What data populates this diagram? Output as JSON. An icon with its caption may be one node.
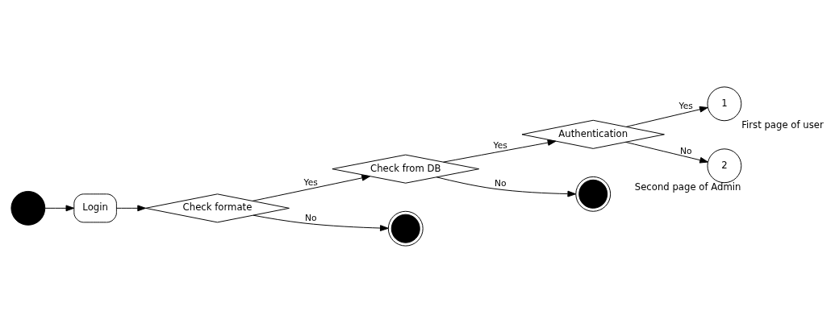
{
  "diagram": {
    "nodes": [
      {
        "text": [],
        "shape": "circle"
      },
      {
        "text": [
          "Login"
        ]
      },
      {
        "text": [
          "Check formate"
        ]
      },
      {
        "text": [
          "Check from DB"
        ]
      },
      {
        "text": [
          "Authentication"
        ]
      },
      {
        "text": [
          "1"
        ],
        "beside": [
          "First page of user"
        ]
      },
      {
        "text": [],
        "shape": "circle"
      },
      {
        "text": [],
        "shape": "circle"
      },
      {
        "text": [
          "2"
        ],
        "beside": [
          "Second page of Admin"
        ]
      }
    ],
    "edges": [
      {
        "from": 0,
        "to": 1,
        "arrow": "to"
      },
      {
        "from": 1,
        "to": 2,
        "arrow": "to"
      },
      {
        "from": 2,
        "to": 3,
        "arrow": "to",
        "label": "Yes"
      },
      {
        "from": 3,
        "to": 4,
        "arrow": "to",
        "label": "Yes"
      },
      {
        "from": 4,
        "to": 5,
        "arrow": "to",
        "label": "Yes"
      },
      {
        "from": 2,
        "to": 6,
        "arrow": "to",
        "label": "No"
      },
      {
        "from": 3,
        "to": 7,
        "arrow": "to",
        "label": "No"
      },
      {
        "from": 4,
        "to": 8,
        "arrow": "to",
        "label": "No"
      }
    ]
  }
}
